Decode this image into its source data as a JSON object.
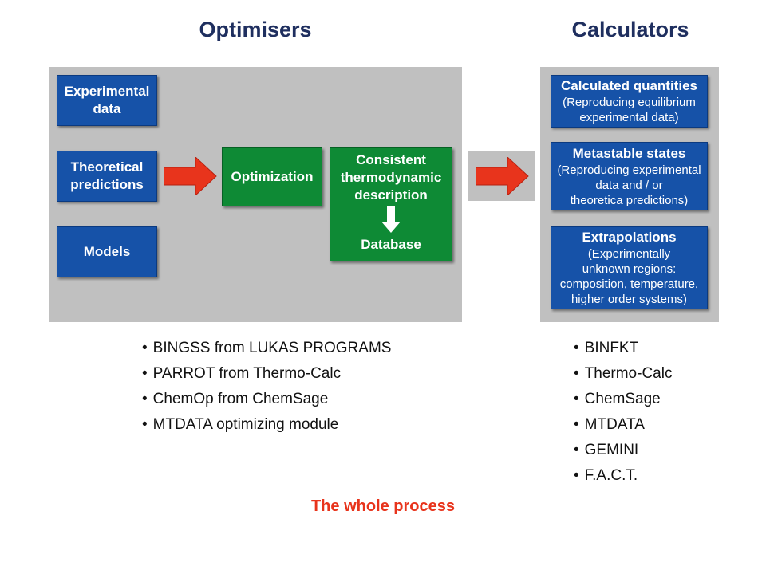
{
  "headings": {
    "left": "Optimisers",
    "right": "Calculators"
  },
  "optimisers": {
    "inputs": [
      {
        "label": "Experimental data"
      },
      {
        "label": "Theoretical predictions"
      },
      {
        "label": "Models"
      }
    ],
    "optimization": "Optimization",
    "consistent": {
      "line1": "Consistent",
      "line2": "thermodynamic",
      "line3": "description",
      "database": "Database"
    },
    "programs": [
      "BINGSS from LUKAS PROGRAMS",
      "PARROT from Thermo-Calc",
      "ChemOp from ChemSage",
      "MTDATA optimizing module"
    ]
  },
  "calculators": {
    "boxes": [
      {
        "title": "Calculated quantities",
        "lines": [
          "(Reproducing equilibrium",
          "experimental data)"
        ]
      },
      {
        "title": "Metastable states",
        "lines": [
          "(Reproducing experimental",
          "data and / or",
          "theoretica predictions)"
        ]
      },
      {
        "title": "Extrapolations",
        "lines": [
          "(Experimentally",
          "unknown regions:",
          "composition, temperature,",
          "higher order systems)"
        ]
      }
    ],
    "programs": [
      "BINFKT",
      "Thermo-Calc",
      "ChemSage",
      "MTDATA",
      "GEMINI",
      "F.A.C.T."
    ]
  },
  "caption": "The whole process",
  "colors": {
    "blue": "#1652a8",
    "green": "#0e8a35",
    "panel": "#c0c0c0",
    "arrow": "#e8341c",
    "caption": "#e8341c",
    "heading": "#1f2f5f"
  },
  "icons": {
    "flow_arrow": "right-arrow-icon",
    "down_arrow": "down-arrow-icon"
  }
}
